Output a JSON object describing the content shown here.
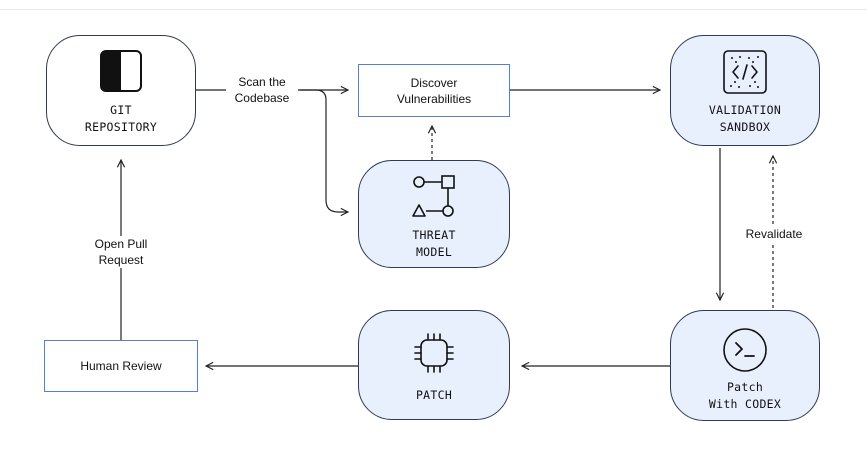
{
  "nodes": {
    "git": {
      "label_lines": [
        "GIT",
        "REPOSITORY"
      ],
      "icon": "repository-icon"
    },
    "discover": {
      "label_lines": [
        "Discover",
        "Vulnerabilities"
      ]
    },
    "sandbox": {
      "label_lines": [
        "VALIDATION",
        "SANDBOX"
      ],
      "icon": "code-sandbox-icon"
    },
    "threat": {
      "label_lines": [
        "THREAT",
        "MODEL"
      ],
      "icon": "threat-model-icon"
    },
    "codex": {
      "label_lines": [
        "Patch",
        "With CODEX"
      ],
      "icon": "terminal-icon"
    },
    "patch": {
      "label_lines": [
        "PATCH"
      ],
      "icon": "chip-icon"
    },
    "review": {
      "label_lines": [
        "Human Review"
      ]
    }
  },
  "edges": {
    "scan": {
      "label_lines": [
        "Scan the",
        "Codebase"
      ]
    },
    "revalidate": {
      "label": "Revalidate"
    },
    "pull": {
      "label_lines": [
        "Open Pull",
        "Request"
      ]
    }
  },
  "colors": {
    "node_fill": "#e9f0fd",
    "node_border": "#2f3a55",
    "rect_border": "#5580d8",
    "line": "#222222"
  }
}
